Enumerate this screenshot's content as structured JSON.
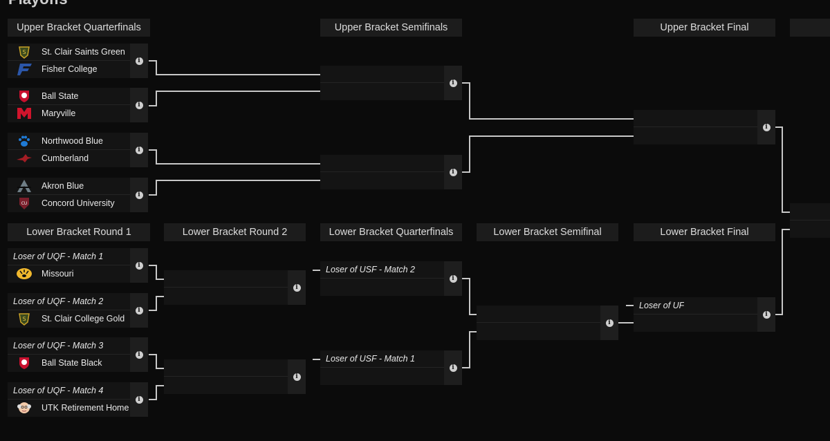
{
  "page_title_partial": "Playoffs",
  "headers": {
    "upper_quarterfinals": "Upper Bracket Quarterfinals",
    "upper_semifinals": "Upper Bracket Semifinals",
    "upper_final": "Upper Bracket Final",
    "grand_final": "",
    "lower_round1": "Lower Bracket Round 1",
    "lower_round2": "Lower Bracket Round 2",
    "lower_quarterfinals": "Lower Bracket Quarterfinals",
    "lower_semifinal": "Lower Bracket Semifinal",
    "lower_final": "Lower Bracket Final"
  },
  "info_glyph": "i",
  "upper_qf": [
    {
      "team1": {
        "name": "St. Clair Saints Green",
        "logo": "saints-logo-icon"
      },
      "team2": {
        "name": "Fisher College",
        "logo": "fisher-f-logo-icon"
      }
    },
    {
      "team1": {
        "name": "Ball State",
        "logo": "cardinal-shield-logo-icon"
      },
      "team2": {
        "name": "Maryville",
        "logo": "maryville-m-logo-icon"
      }
    },
    {
      "team1": {
        "name": "Northwood Blue",
        "logo": "paw-logo-icon"
      },
      "team2": {
        "name": "Cumberland",
        "logo": "bird-logo-icon"
      }
    },
    {
      "team1": {
        "name": "Akron Blue",
        "logo": "akron-a-logo-icon"
      },
      "team2": {
        "name": "Concord University",
        "logo": "concord-logo-icon"
      }
    }
  ],
  "lower_r1": [
    {
      "slot1": "Loser of UQF - Match 1",
      "team2": {
        "name": "Missouri",
        "logo": "tiger-logo-icon"
      }
    },
    {
      "slot1": "Loser of UQF - Match 2",
      "team2": {
        "name": "St. Clair College Gold",
        "logo": "saints-logo-icon"
      }
    },
    {
      "slot1": "Loser of UQF - Match 3",
      "team2": {
        "name": "Ball State Black",
        "logo": "cardinal-shield-logo-icon"
      }
    },
    {
      "slot1": "Loser of UQF - Match 4",
      "team2": {
        "name": "UTK Retirement Home",
        "logo": "old-man-logo-icon"
      }
    }
  ],
  "lower_qf": [
    {
      "slot1": "Loser of USF - Match 2"
    },
    {
      "slot1": "Loser of USF - Match 1"
    }
  ],
  "lower_final": {
    "slot1": "Loser of UF"
  },
  "colors": {
    "background": "#0b0b0b",
    "header_bg": "#1c1c1c",
    "match_bg": "#141414",
    "info_col_bg": "#1e1e1e",
    "connector": "#c8c8c8"
  }
}
